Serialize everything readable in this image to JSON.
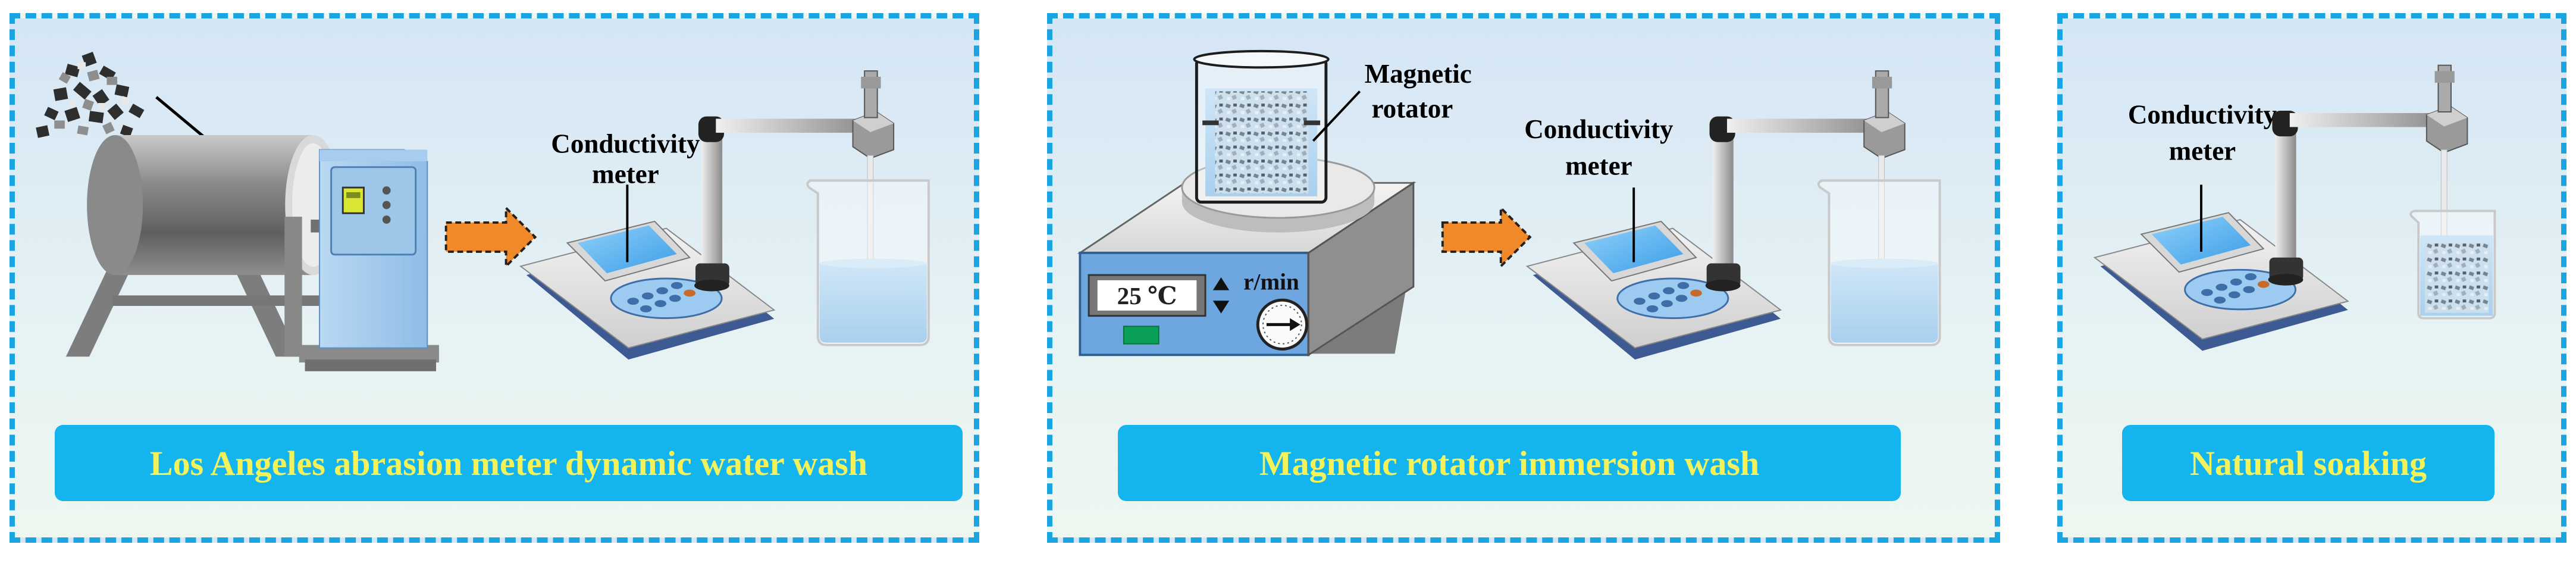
{
  "panels": [
    {
      "caption": "Los Angeles abrasion meter dynamic water wash",
      "meter_label_line1": "Conductivity",
      "meter_label_line2": "meter"
    },
    {
      "caption": "Magnetic rotator immersion wash",
      "rotator_label_line1": "Magnetic",
      "rotator_label_line2": "rotator",
      "meter_label_line1": "Conductivity",
      "meter_label_line2": "meter",
      "temperature": "25 ℃",
      "speed_unit": "r/min"
    },
    {
      "caption": "Natural soaking",
      "meter_label_line1": "Conductivity",
      "meter_label_line2": "meter"
    }
  ],
  "colors": {
    "panel_border": "#1aa4e2",
    "caption_bar": "#14b4ef",
    "caption_text": "#f3f25a",
    "arrow": "#f0892a",
    "water": "#bcdcf0"
  }
}
